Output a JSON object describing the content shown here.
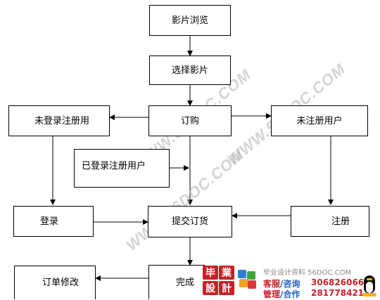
{
  "flowchart": {
    "nodes": {
      "browse": "影片浏览",
      "select": "选择影片",
      "order": "订购",
      "unlogged": "未登录注册用",
      "unregistered": "未注册用户",
      "logged": "已登录注册用户",
      "login": "登录",
      "submit": "提交订货",
      "register": "注册",
      "complete": "完成",
      "modify": "订单修改"
    },
    "watermark": "WWW.56DOC.COM"
  },
  "ad": {
    "logo_chars": [
      "毕",
      "業",
      "設",
      "計"
    ],
    "tagline": "毕业设计资料 56DOC.COM",
    "service_label": "客服",
    "consult_label": "/咨询",
    "manage_label": "管理",
    "cooperate_label": "/合作",
    "qq1": "306826066",
    "qq2": "281778421",
    "colors": {
      "red": "#c8202a",
      "blue": "#1f5fbf"
    }
  }
}
